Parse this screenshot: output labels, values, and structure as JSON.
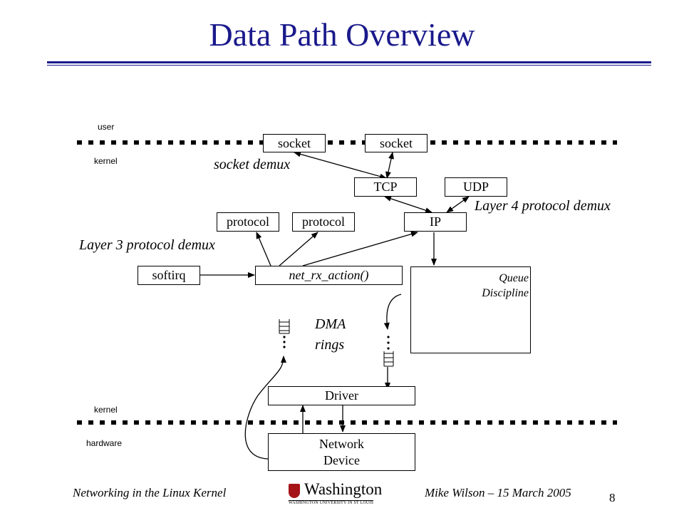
{
  "slide": {
    "title": "Data Path Overview",
    "page_number": "8"
  },
  "labels": {
    "user": "user",
    "kernel_top": "kernel",
    "kernel_bottom": "kernel",
    "hardware": "hardware"
  },
  "boxes": {
    "socket_left": "socket",
    "socket_right": "socket",
    "tcp": "TCP",
    "udp": "UDP",
    "protocol_left": "protocol",
    "protocol_right": "protocol",
    "ip": "IP",
    "softirq": "softirq",
    "net_rx_action": "net_rx_action()",
    "queue_discipline_line1": "Queue",
    "queue_discipline_line2": "Discipline",
    "driver": "Driver",
    "network_device_line1": "Network",
    "network_device_line2": "Device"
  },
  "annotations": {
    "socket_demux": "socket demux",
    "layer4": "Layer 4 protocol demux",
    "layer3": "Layer 3 protocol demux",
    "dma_line1": "DMA",
    "dma_line2": "rings"
  },
  "footer": {
    "left": "Networking in the Linux Kernel",
    "logo_name": "Washington",
    "logo_sub": "WASHINGTON UNIVERSITY IN ST LOUIS",
    "right": "Mike Wilson – 15 March 2005"
  },
  "colors": {
    "title": "#1a1a8c",
    "logo_shield": "#a51417"
  }
}
